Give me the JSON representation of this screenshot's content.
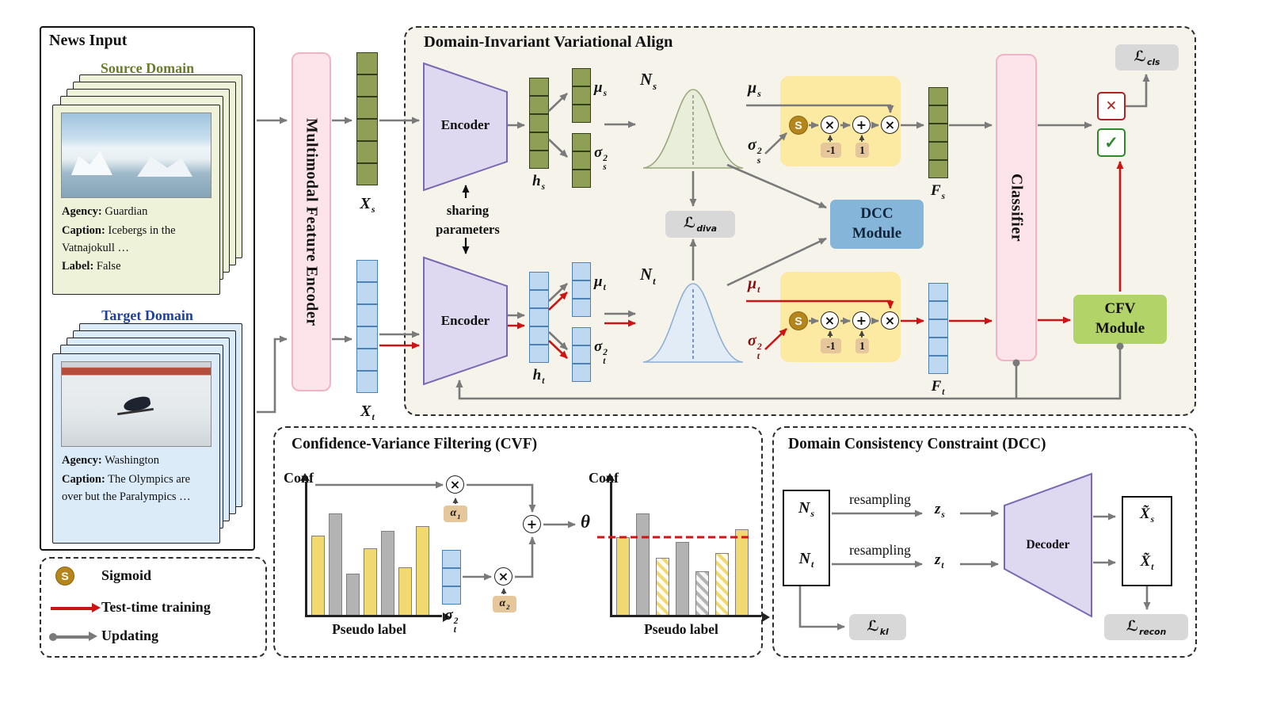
{
  "colors": {
    "source_green": "#6b7c2a",
    "target_blue": "#1e3f9e",
    "vec_green_fill": "#8f9f55",
    "vec_blue_fill": "#bdd8f0",
    "pink_fill": "#fce4ea",
    "purple_fill": "#ded9f0",
    "yellow_op_box": "#fce9a2",
    "tan_badge": "#e6c79b",
    "gray_badge": "#d8d8d8",
    "dcc_module_blue": "#85b6d9",
    "cfv_module_green": "#b2d368",
    "sigmoid_gold": "#b5861b",
    "arrow_gray": "#7a7a7a",
    "arrow_red": "#cc1414",
    "bar_yellow": "#f2d870",
    "bar_gray": "#b3b3b3",
    "threshold_red": "#d11414"
  },
  "news": {
    "title": "News Input",
    "source_label": "Source Domain",
    "target_label": "Target Domain",
    "source_card": {
      "agency_key": "Agency:",
      "agency": "Guardian",
      "caption_key": "Caption:",
      "caption": "Icebergs in the Vatnajokull …",
      "label_key": "Label:",
      "label": "False"
    },
    "target_card": {
      "agency_key": "Agency:",
      "agency": "Washington",
      "caption_key": "Caption:",
      "caption": "The Olympics are over but  the Paralympics …"
    }
  },
  "legend": {
    "sigmoid_symbol": "S",
    "sigmoid_label": "Sigmoid",
    "ttt_label": "Test-time training",
    "updating_label": "Updating"
  },
  "pipeline": {
    "mfe_label": "Multimodal Feature Encoder",
    "classifier_label": "Classifier",
    "encoder_top": "Encoder",
    "encoder_bottom": "Encoder",
    "decoder_label": "Decoder",
    "sharing_line1": "sharing",
    "sharing_line2": "parameters",
    "dcc_module_line1": "DCC",
    "dcc_module_line2": "Module",
    "cfv_module_line1": "CFV",
    "cfv_module_line2": "Module"
  },
  "diva": {
    "title": "Domain-Invariant Variational Align"
  },
  "cvf": {
    "title": "Confidence-Variance Filtering (CVF)",
    "conf_label": "Conf",
    "pseudo_label": "Pseudo label",
    "left_bars": [
      {
        "h": 100,
        "color": "yellow",
        "hatch": false
      },
      {
        "h": 128,
        "color": "gray",
        "hatch": false
      },
      {
        "h": 52,
        "color": "gray",
        "hatch": false
      },
      {
        "h": 84,
        "color": "yellow",
        "hatch": false
      },
      {
        "h": 106,
        "color": "gray",
        "hatch": false
      },
      {
        "h": 60,
        "color": "yellow",
        "hatch": false
      },
      {
        "h": 112,
        "color": "yellow",
        "hatch": false
      }
    ],
    "right_bars": [
      {
        "h": 98,
        "color": "yellow",
        "hatch": false
      },
      {
        "h": 128,
        "color": "gray",
        "hatch": false
      },
      {
        "h": 72,
        "color": "yellow",
        "hatch": true
      },
      {
        "h": 92,
        "color": "gray",
        "hatch": false
      },
      {
        "h": 55,
        "color": "gray",
        "hatch": true
      },
      {
        "h": 78,
        "color": "yellow",
        "hatch": true
      },
      {
        "h": 108,
        "color": "yellow",
        "hatch": false
      }
    ]
  },
  "dcc": {
    "title": "Domain Consistency Constraint (DCC)",
    "resampling1": "resampling",
    "resampling2": "resampling"
  },
  "math": {
    "xs": {
      "base": "X",
      "sub": "s"
    },
    "xt": {
      "base": "X",
      "sub": "t"
    },
    "hs": {
      "base": "h",
      "sub": "s"
    },
    "ht": {
      "base": "h",
      "sub": "t"
    },
    "mu_s": {
      "base": "μ",
      "sub": "s"
    },
    "sigma_s2": {
      "base": "σ",
      "sub": "s",
      "sup": "2"
    },
    "mu_t": {
      "base": "μ",
      "sub": "t"
    },
    "sigma_t2": {
      "base": "σ",
      "sub": "t",
      "sup": "2"
    },
    "Ns": {
      "base": "N",
      "sub": "s"
    },
    "Nt": {
      "base": "N",
      "sub": "t"
    },
    "Fs": {
      "base": "F",
      "sub": "s"
    },
    "Ft": {
      "base": "F",
      "sub": "t"
    },
    "L_cls": {
      "base": "ℒ",
      "sub": "cls"
    },
    "L_diva": {
      "base": "ℒ",
      "sub": "diva"
    },
    "L_kl": {
      "base": "ℒ",
      "sub": "kl"
    },
    "L_recon": {
      "base": "ℒ",
      "sub": "recon"
    },
    "zs": {
      "base": "z",
      "sub": "s"
    },
    "zt": {
      "base": "z",
      "sub": "t"
    },
    "xs_tilde": {
      "base": "X̃",
      "sub": "s"
    },
    "xt_tilde": {
      "base": "X̃",
      "sub": "t"
    },
    "alpha1": {
      "base": "α",
      "sub": "1"
    },
    "alpha2": {
      "base": "α",
      "sub": "2"
    },
    "theta": {
      "base": "θ"
    },
    "times": "×",
    "plus": "+",
    "minus_one": "-1",
    "one": "1",
    "neg_mark": "×",
    "pos_mark": "✓"
  }
}
